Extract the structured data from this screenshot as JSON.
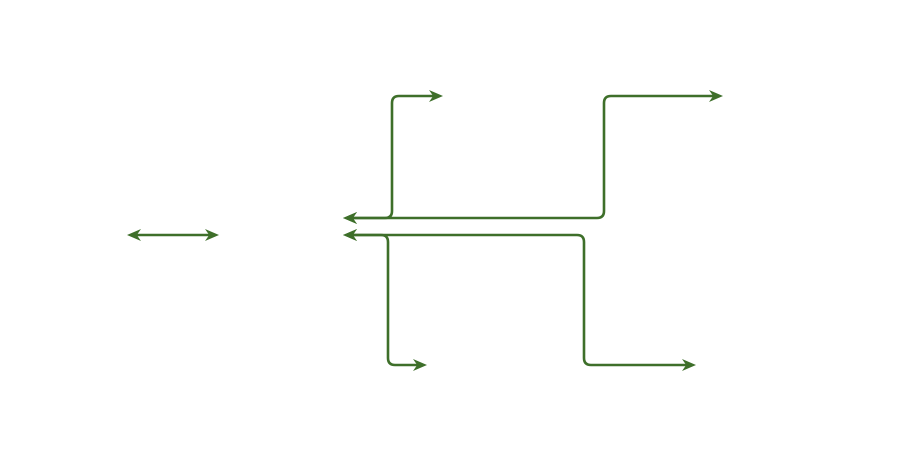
{
  "diagram": {
    "background": "#ffffff",
    "connector_color": "#3e6f2a",
    "connectors": [
      {
        "name": "double-arrow-connector",
        "heads": [
          "start",
          "end"
        ]
      },
      {
        "name": "upper-short-elbow-connector",
        "heads": [
          "start",
          "end"
        ]
      },
      {
        "name": "upper-long-elbow-connector",
        "heads": [
          "start",
          "end"
        ]
      },
      {
        "name": "lower-short-elbow-connector",
        "heads": [
          "start",
          "end"
        ]
      },
      {
        "name": "lower-long-elbow-connector",
        "heads": [
          "start",
          "end"
        ]
      }
    ]
  }
}
